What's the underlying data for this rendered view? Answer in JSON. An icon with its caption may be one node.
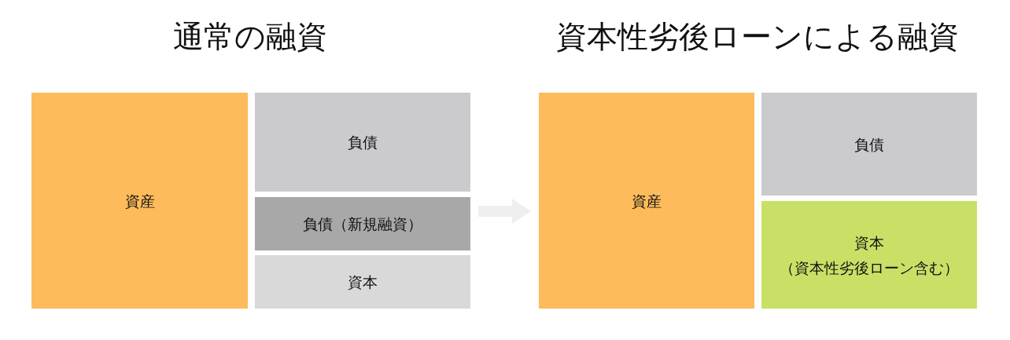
{
  "diagram": {
    "nodes": [
      {
        "text": [
          "資産"
        ]
      },
      {
        "text": [
          "負債"
        ]
      },
      {
        "text": [
          "負債（新規融資）"
        ]
      },
      {
        "text": [
          "資本"
        ]
      },
      {
        "text": [
          "資産"
        ]
      },
      {
        "text": [
          "負債"
        ]
      },
      {
        "text": [
          "資本",
          "（資本性劣後ローン含む）"
        ]
      }
    ],
    "edges": [
      {
        "from": 2,
        "to": 4,
        "arrow": "to"
      }
    ],
    "labels": [
      "通常の融資",
      "資本性劣後ローンによる融資"
    ]
  }
}
